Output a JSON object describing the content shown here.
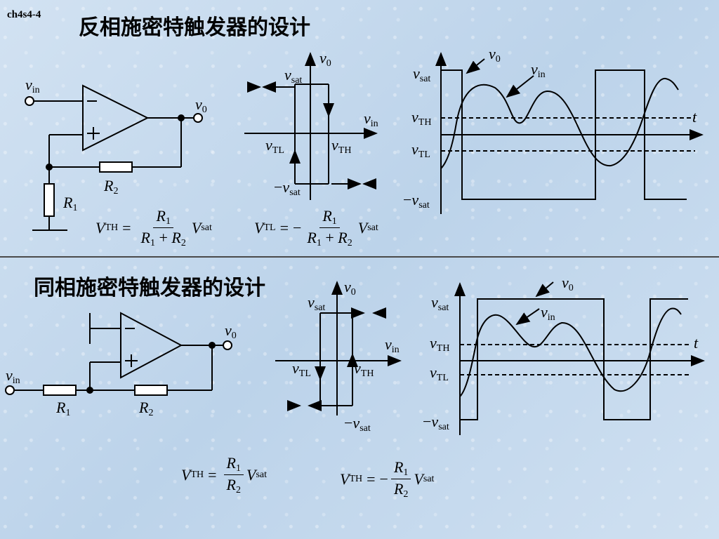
{
  "slide_code": "ch4s4-4",
  "titles": {
    "inverting": "反相施密特触发器的设计",
    "noninverting": "同相施密特触发器的设计"
  },
  "symbols": {
    "v": "v",
    "V": "V",
    "R": "R",
    "t": "t",
    "minus": "−",
    "eq": "=",
    "plus": "+",
    "sub_in": "in",
    "sub_0": "0",
    "sub_sat": "sat",
    "sub_TH": "TH",
    "sub_TL": "TL",
    "sub_1": "1",
    "sub_2": "2"
  },
  "colors": {
    "line": "#000000",
    "divider": "#4a4a4a"
  }
}
